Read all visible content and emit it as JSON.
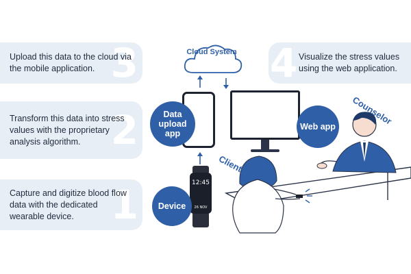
{
  "steps": {
    "step1": {
      "number": "1",
      "text": "Capture and digitize blood flow data with the dedicated wearable device."
    },
    "step2": {
      "number": "2",
      "text": "Transform this data into stress values with the proprietary analysis algorithm."
    },
    "step3": {
      "number": "3",
      "text": "Upload this data to the cloud via the mobile application."
    },
    "step4": {
      "number": "4",
      "text": "Visualize the stress values using the web application."
    }
  },
  "labels": {
    "cloud": "Cloud System",
    "data_upload_app": "Data upload app",
    "device": "Device",
    "web_app": "Web app",
    "counselor": "Counselor",
    "client": "Client"
  },
  "watch": {
    "time": "12:45",
    "date": "26 NOV"
  },
  "colors": {
    "accent": "#2f5fa7",
    "card_bg": "#e8eef5",
    "arrow": "#2f5fa7"
  }
}
